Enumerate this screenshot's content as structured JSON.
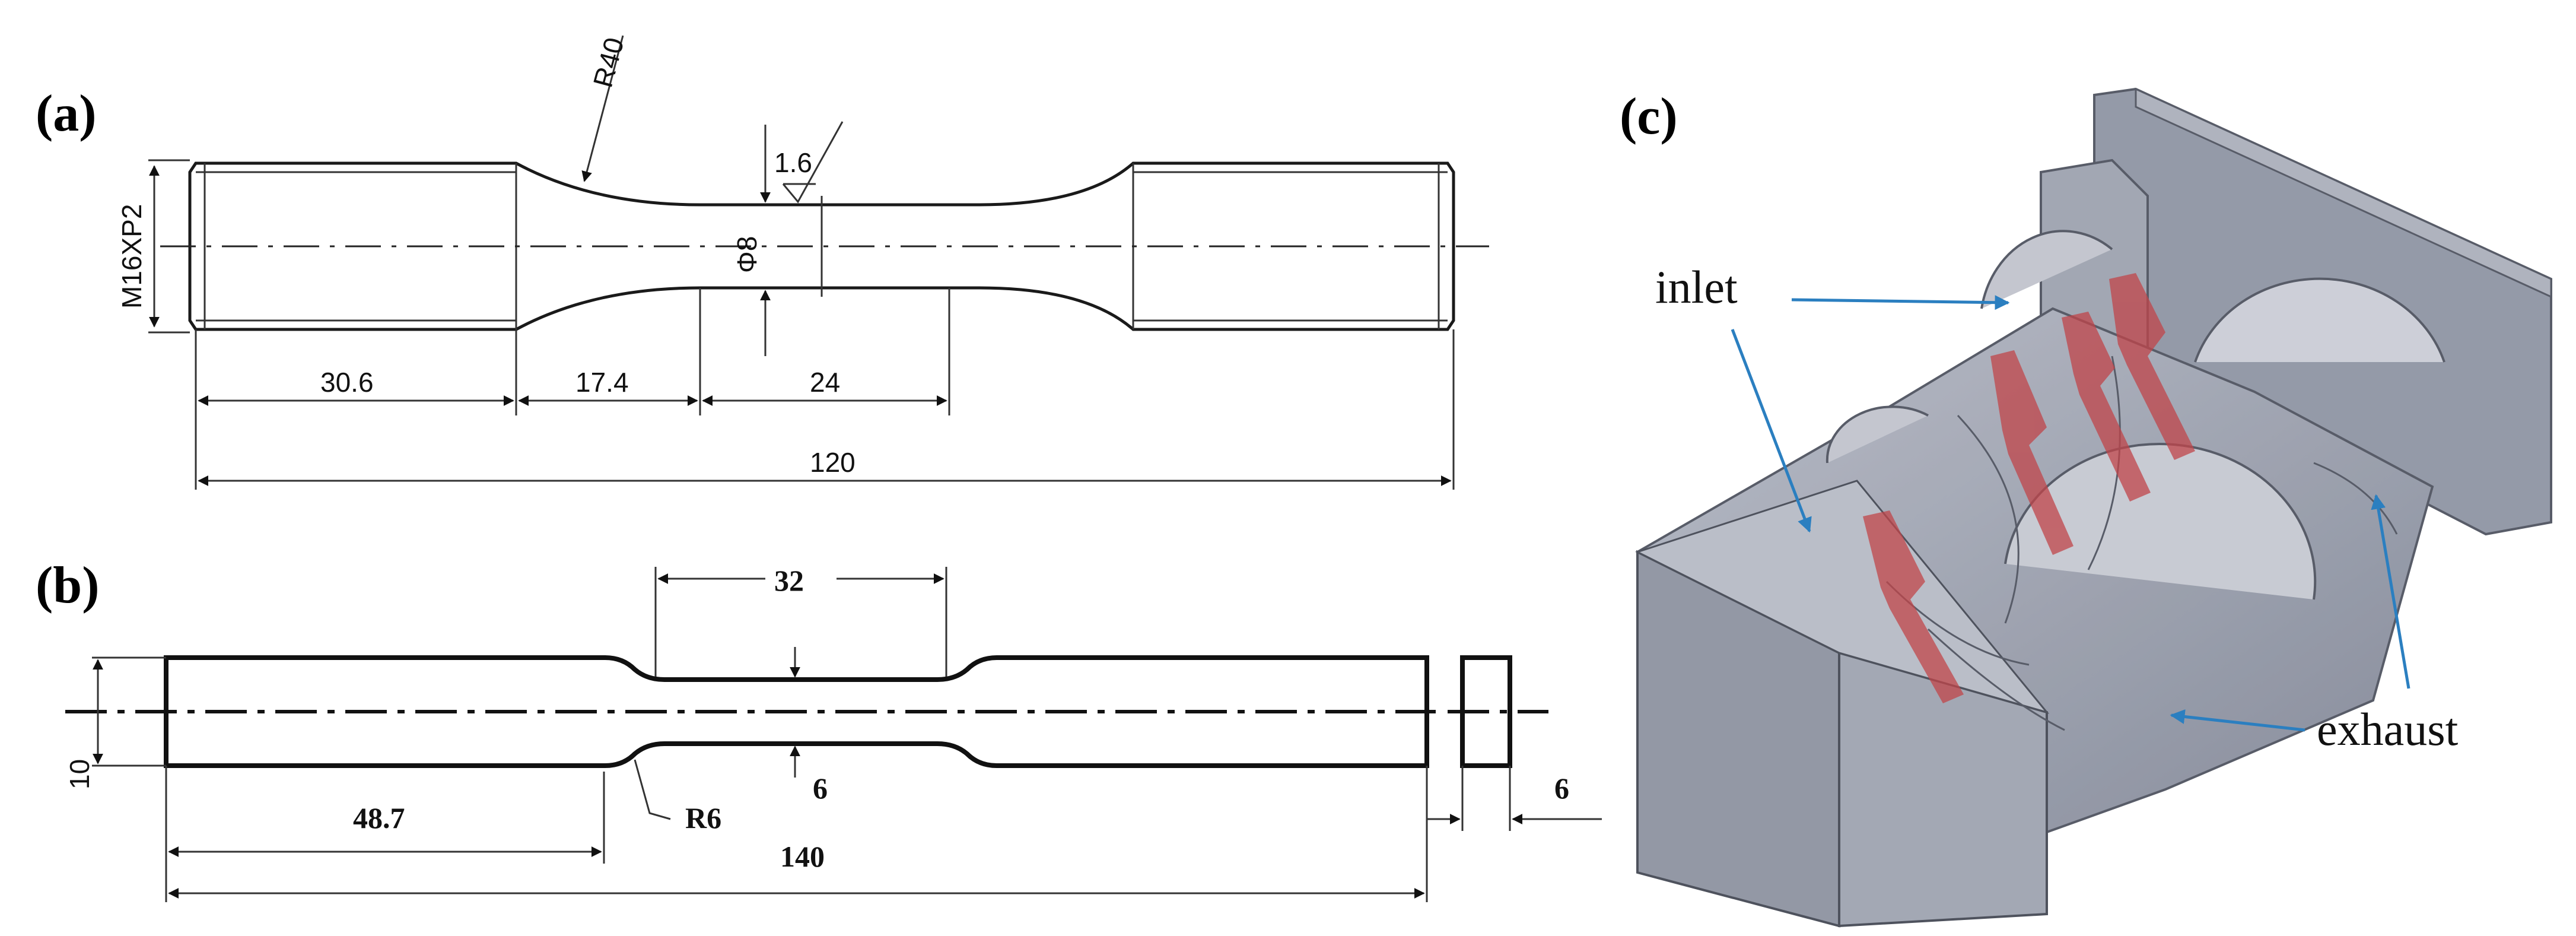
{
  "panels": {
    "a": {
      "label": "(a)",
      "thread_spec": "M16XP2",
      "radius": "R40",
      "roughness": "1.6",
      "diameter": "Φ8",
      "dims": {
        "grip": "30.6",
        "transition": "17.4",
        "gauge": "24",
        "total": "120"
      }
    },
    "b": {
      "label": "(b)",
      "width": "10",
      "gauge_length": "32",
      "gauge_width": "6",
      "radius": "R6",
      "shoulder": "48.7",
      "total": "140",
      "thickness": "6"
    },
    "c": {
      "label": "(c)",
      "inlet": "inlet",
      "exhaust": "exhaust"
    }
  },
  "colors": {
    "line": "#1a1a1a",
    "block": "#9aa0ae",
    "highlight": "#c0454a",
    "arrow": "#2b7fc0"
  }
}
